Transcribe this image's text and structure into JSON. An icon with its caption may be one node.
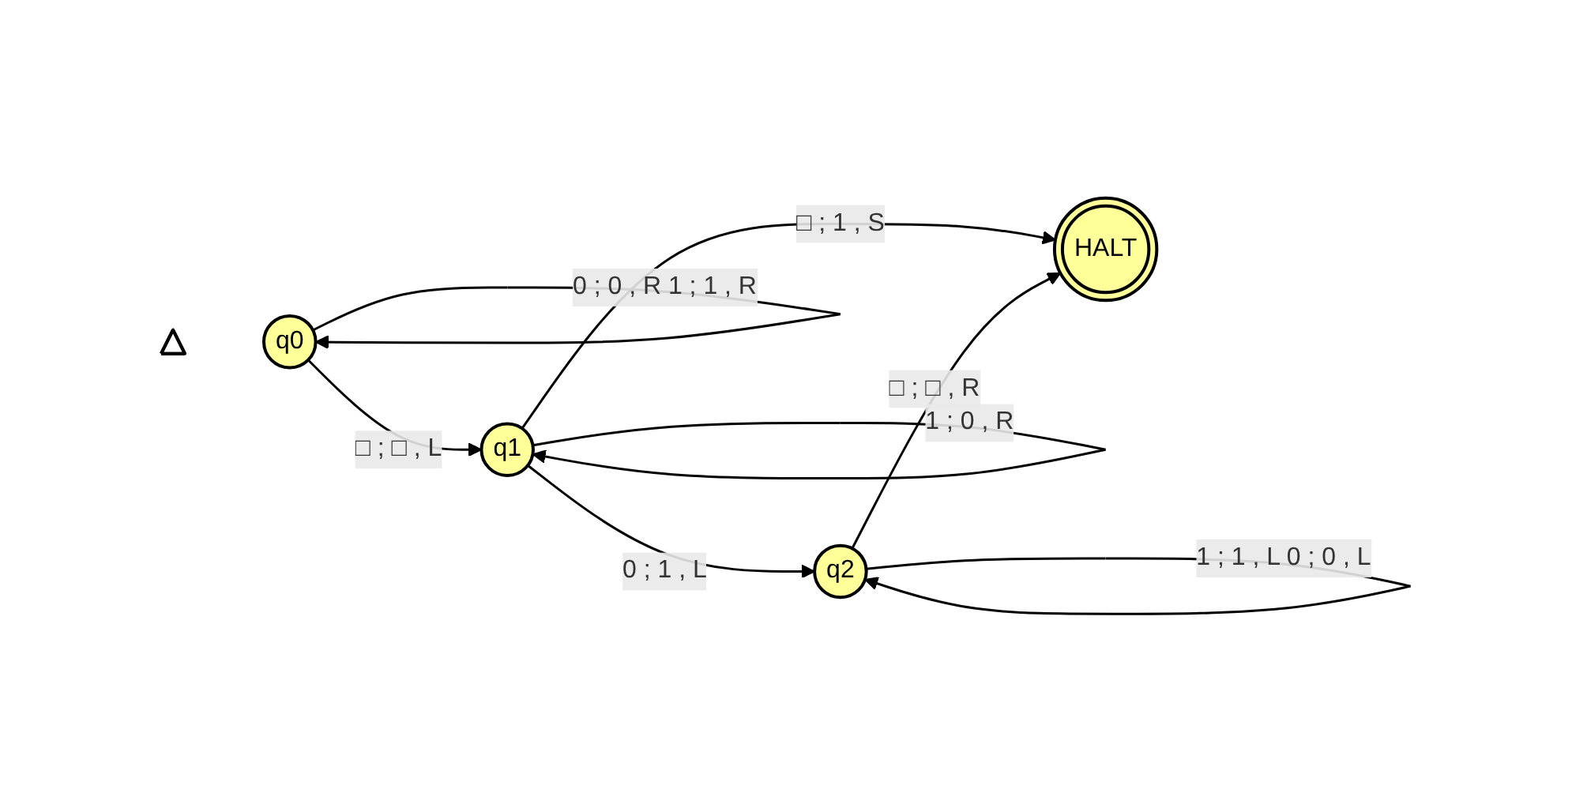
{
  "diagram": {
    "nodes": [
      {
        "text": [
          "q0"
        ]
      },
      {
        "text": [
          "q1"
        ]
      },
      {
        "text": [
          "q2"
        ]
      },
      {
        "text": [
          "HALT"
        ]
      },
      {
        "text": [],
        "shape": "triangle"
      }
    ],
    "edges": [
      {
        "from": 0,
        "to": 0,
        "arrow": "to",
        "label": "0 ; 0 , R 1 ; 1 , R"
      },
      {
        "from": 0,
        "to": 1,
        "arrow": "to",
        "label": "□ ; □ , L"
      },
      {
        "from": 1,
        "to": 1,
        "arrow": "to",
        "label": "1 ; 0 , R"
      },
      {
        "from": 1,
        "to": 2,
        "arrow": "to",
        "label": "0 ; 1 , L"
      },
      {
        "from": 1,
        "to": 3,
        "arrow": "to",
        "label": "□ ; 1 , S"
      },
      {
        "from": 2,
        "to": 2,
        "arrow": "to",
        "label": "1 ; 1 , L 0 ; 0 , L"
      },
      {
        "from": 2,
        "to": 3,
        "arrow": "to",
        "label": "□ ; □ , R"
      }
    ]
  }
}
